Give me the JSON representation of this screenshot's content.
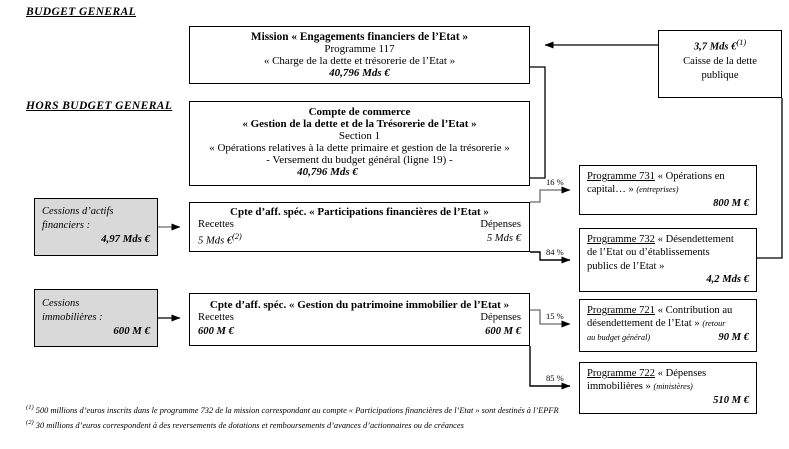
{
  "sections": {
    "budget_general": "BUDGET GENERAL",
    "hors_budget_general": "HORS BUDGET GENERAL"
  },
  "mission_box": {
    "line1": "Mission « Engagements financiers de l’Etat »",
    "line2": "Programme 117",
    "line3": "« Charge de la dette et trésorerie de l’Etat »",
    "amount": "40,796 Mds €"
  },
  "commerce_box": {
    "line1": "Compte de commerce",
    "line2": "« Gestion de la dette et de la Trésorerie de l’Etat »",
    "line3": "Section 1",
    "line4": "« Opérations relatives à la dette primaire et gestion de la trésorerie »",
    "line5": "- Versement du budget général (ligne 19) -",
    "amount": "40,796 Mds €"
  },
  "caisse_box": {
    "amount": "3,7 Mds €",
    "footnote_marker": "(1)",
    "line1": "Caisse de la dette",
    "line2": "publique"
  },
  "cession_actifs": {
    "line1": "Cessions d’actifs",
    "line2": "financiers :",
    "amount": "4,97 Mds €"
  },
  "cession_immobilieres": {
    "line1": "Cessions",
    "line2": "immobilières :",
    "amount": "600 M €"
  },
  "caf_participations": {
    "title": "Cpte d’aff. spéc. « Participations financières de l’Etat »",
    "recettes_label": "Recettes",
    "depenses_label": "Dépenses",
    "recettes_value": "5 Mds €",
    "recettes_footnote_marker": "(2)",
    "depenses_value": "5 Mds €"
  },
  "caf_patrimoine": {
    "title": "Cpte d’aff. spéc. « Gestion du patrimoine immobilier de l’Etat »",
    "recettes_label": "Recettes",
    "depenses_label": "Dépenses",
    "recettes_value": "600 M €",
    "depenses_value": "600 M €"
  },
  "programmes": {
    "p731": {
      "code": "Programme 731",
      "title_a": " « Opérations en",
      "title_b": "capital… » ",
      "title_italic": "(entreprises)",
      "amount": "800 M €"
    },
    "p732": {
      "code": "Programme 732",
      "title_a": " « Désendettement",
      "title_b": "de l’Etat ou d’établissements",
      "title_c": "publics de l’Etat »",
      "amount": "4,2 Mds €"
    },
    "p721": {
      "code": "Programme 721",
      "title_a": " « Contribution au",
      "title_b": "désendettement de l’Etat » ",
      "title_italic_b": "(retour",
      "title_italic_c": "au budget général)",
      "amount": "90 M €"
    },
    "p722": {
      "code": "Programme 722",
      "title_a": " « Dépenses",
      "title_b": "immobilières » ",
      "title_italic": "(ministères)",
      "amount": "510 M €"
    }
  },
  "percentages": {
    "p731": "16 %",
    "p732": "84 %",
    "p721": "15 %",
    "p722": "85 %"
  },
  "footnotes": {
    "fn1_marker": "(1)",
    "fn1_text": " 500 millions d’euros inscrits dans le programme 732 de la mission correspondant au compte « Participations financières de l’Etat » sont destinés à l’EPFR",
    "fn2_marker": "(2)",
    "fn2_text": " 30 millions d’euros correspondent à des reversements de dotations et remboursements d’avances d’actionnaires ou de créances"
  },
  "colors": {
    "line": "#000000",
    "shaded_box": "#d9d9d9",
    "thin_line": "#6b6b6b"
  }
}
